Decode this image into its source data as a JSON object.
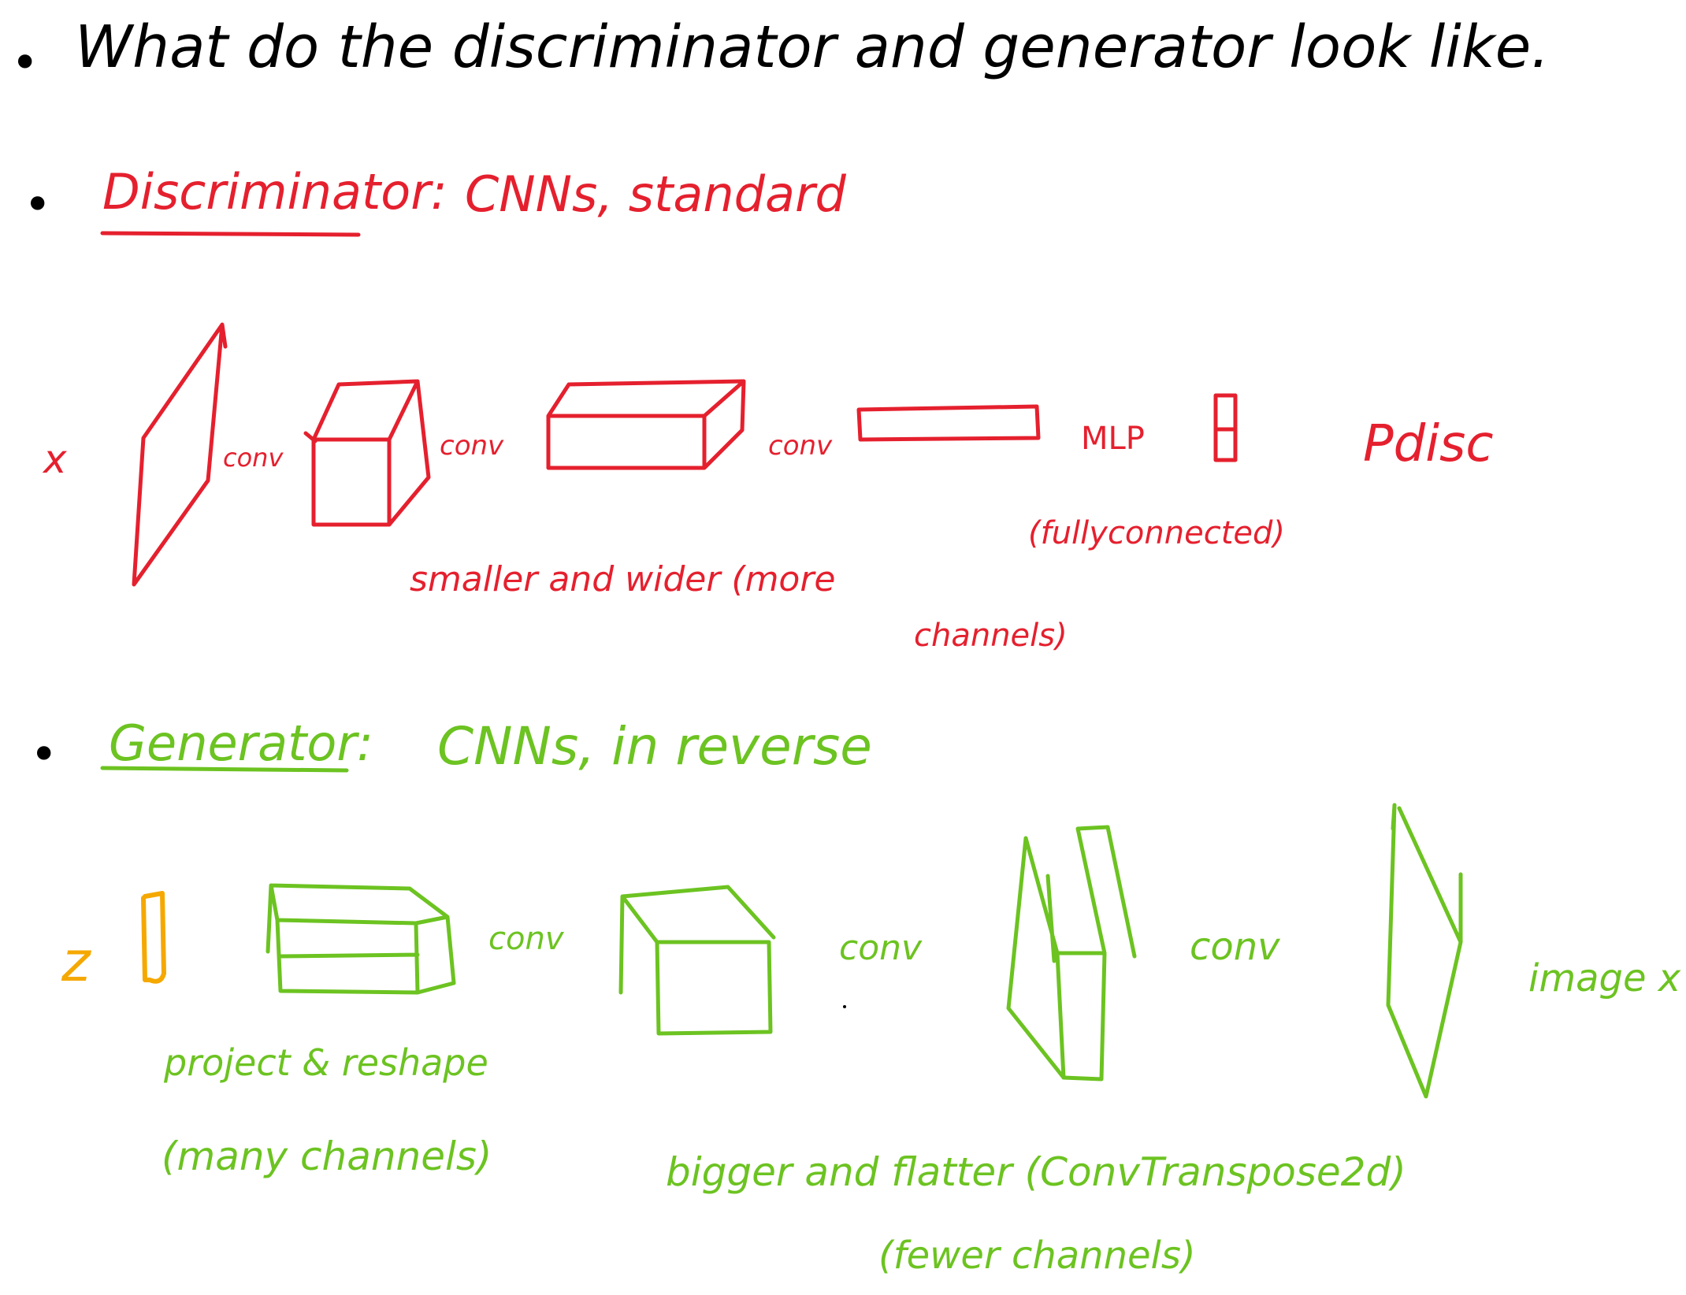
{
  "colors": {
    "black": "#000000",
    "red": "#e5202e",
    "green": "#6cc321",
    "orange": "#f5a800"
  },
  "header": {
    "bullet": "•",
    "question": "What do the discriminator and generator look like."
  },
  "discriminator": {
    "bullet": "•",
    "title": "Discriminator:",
    "subtitle": "CNNs, standard",
    "input_label": "x",
    "conv_labels": [
      "conv",
      "conv",
      "conv"
    ],
    "mlp_label": "MLP",
    "output_label": "Pdisc",
    "fc_note": "(fullyconnected)",
    "size_note_line1": "smaller and wider (more",
    "size_note_line2": "channels)"
  },
  "generator": {
    "bullet": "•",
    "title": "Generator:",
    "subtitle": "CNNs, in reverse",
    "input_label": "z",
    "conv_labels": [
      "conv",
      "conv",
      "conv"
    ],
    "output_label": "image x",
    "project_note_line1": "project & reshape",
    "project_note_line2": "(many channels)",
    "size_note_line1": "bigger and flatter (ConvTranspose2d)",
    "size_note_line2": "(fewer channels)"
  }
}
